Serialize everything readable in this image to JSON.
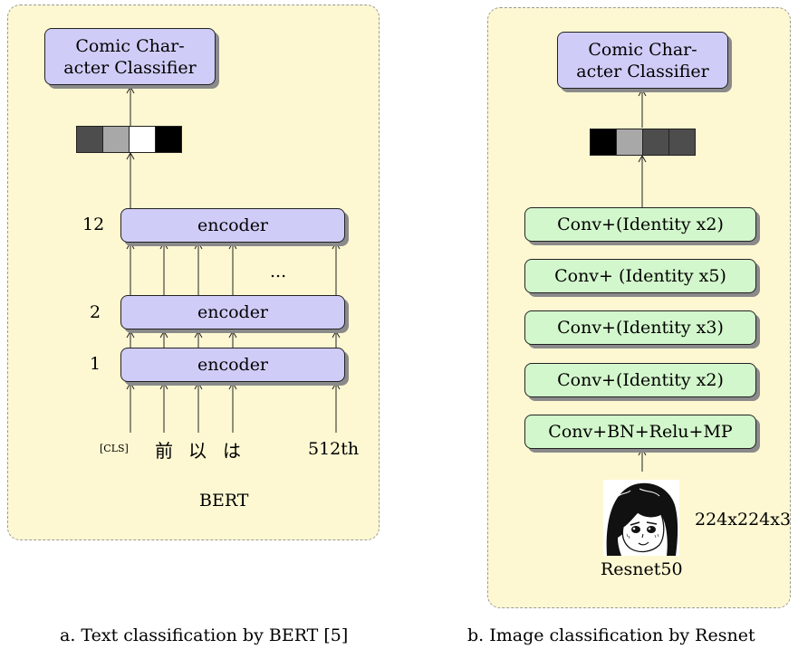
{
  "bert": {
    "classifier_label": "Comic Char-\nacter Classifier",
    "encoder_label": "encoder",
    "layer_labels": [
      "12",
      "2",
      "1"
    ],
    "ellipsis": "...",
    "tokens": {
      "cls": "[CLS]",
      "t1": "前",
      "t2": "以",
      "t3": "は",
      "last": "512th"
    },
    "model_name": "BERT",
    "caption": "a. Text classification by BERT [5]",
    "feature_colors": [
      "#4d4d4d",
      "#a8a8a8",
      "#ffffff",
      "#000000"
    ]
  },
  "resnet": {
    "classifier_label": "Comic Char-\nacter Classifier",
    "blocks": [
      "Conv+(Identity x2)",
      "Conv+ (Identity x5)",
      "Conv+(Identity x3)",
      "Conv+(Identity x2)",
      "Conv+BN+Relu+MP"
    ],
    "input_size": "224x224x3",
    "model_name": "Resnet50",
    "caption": "b. Image classification by Resnet",
    "feature_colors": [
      "#000000",
      "#a8a8a8",
      "#4d4d4d",
      "#4d4d4d"
    ]
  }
}
